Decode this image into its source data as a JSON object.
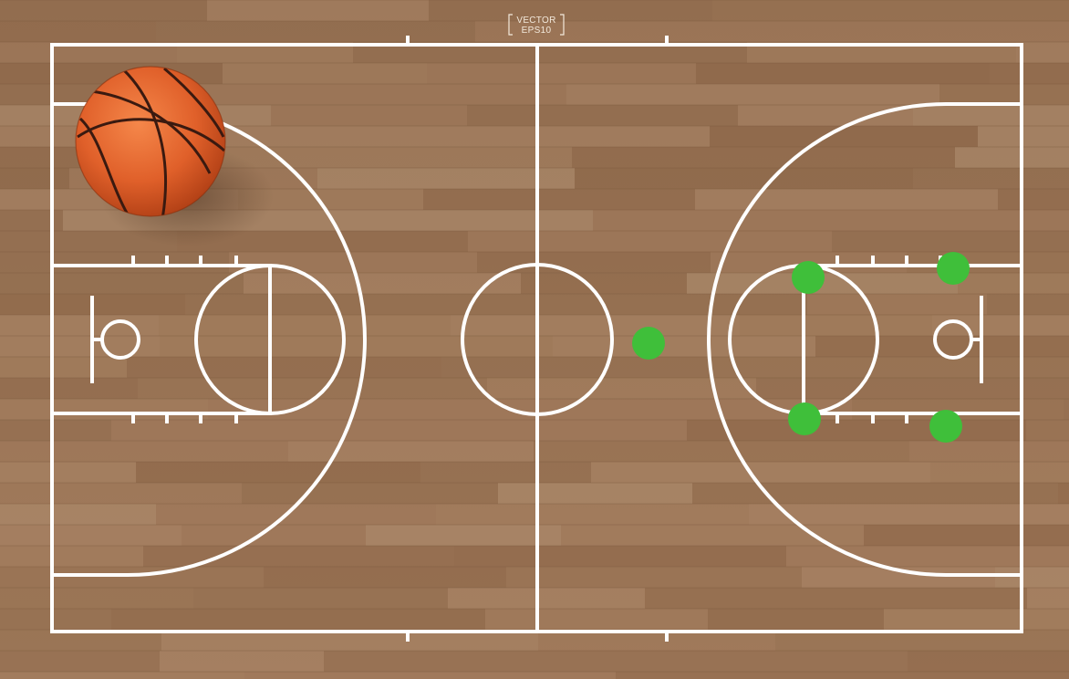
{
  "badge": {
    "line1": "VECTOR",
    "line2": "EPS10"
  },
  "colors": {
    "floor_dark": "#8a6446",
    "floor_mid": "#a98566",
    "floor_light": "#bf9d7f",
    "lines": "#ffffff",
    "player_marker": "#3fbf3a",
    "ball": "#e0602a",
    "ball_seam": "#3a1a10"
  },
  "players": {
    "count": 5,
    "marker_shape": "filled-circle"
  },
  "icons": {
    "ball": "basketball-icon",
    "marker": "player-marker-dot"
  }
}
